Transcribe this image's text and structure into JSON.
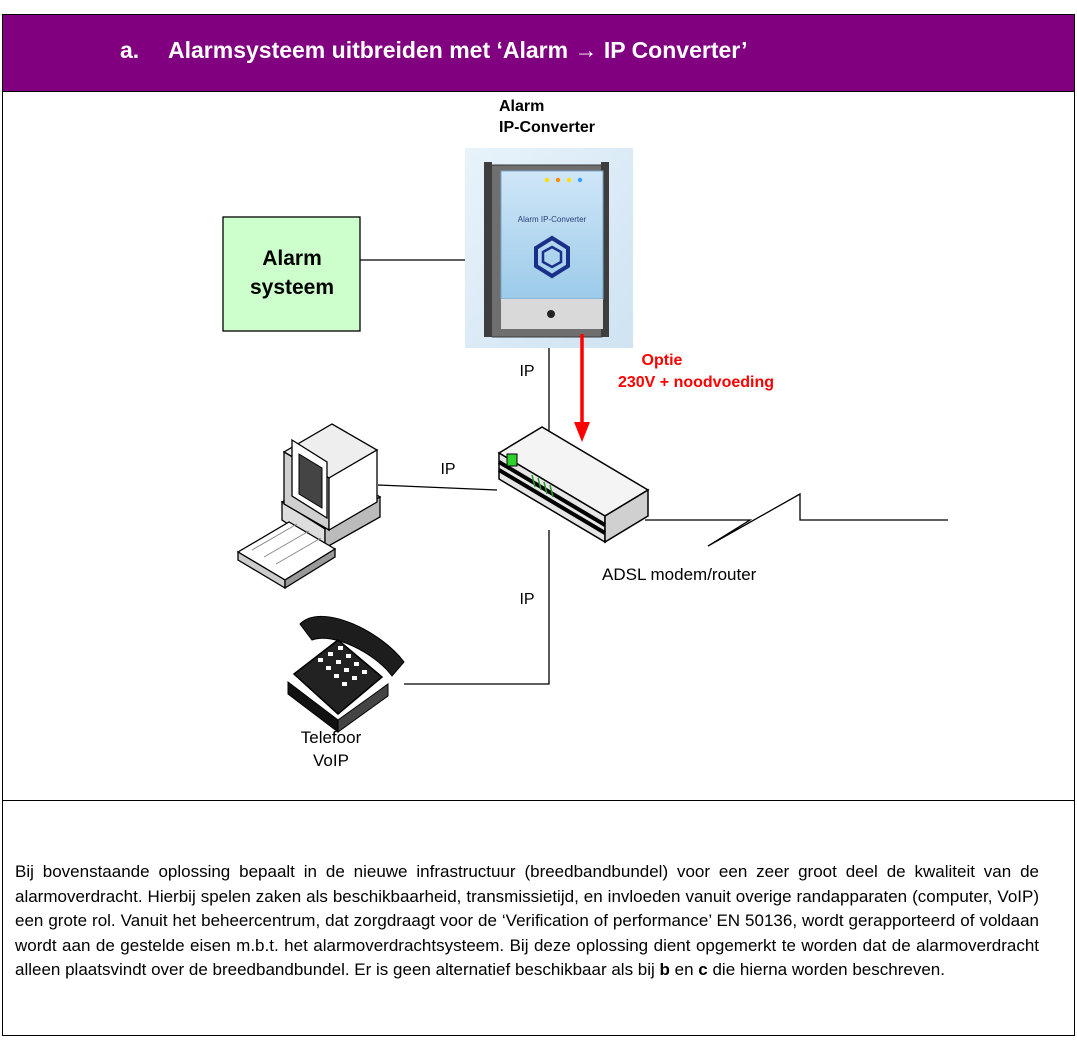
{
  "header": {
    "number": "a.",
    "title": "Alarmsysteem uitbreiden met  ‘Alarm → IP Converter’",
    "color": "#800080"
  },
  "diagram": {
    "converter_label_line1": "Alarm",
    "converter_label_line2": "IP-Converter",
    "converter_face_text": "Alarm IP-Converter",
    "alarm_box_line1": "Alarm",
    "alarm_box_line2": "systeem",
    "optie_line1": "Optie",
    "optie_line2": "230V + noodvoeding",
    "ip_label_converter": "IP",
    "ip_label_computer": "IP",
    "ip_label_phone": "IP",
    "modem_label": "ADSL modem/router",
    "phone_label_line1": "Telefoor",
    "phone_label_line2": "VoIP",
    "alarm_box_color": "#ccffcc",
    "arrow_color": "#ff0000"
  },
  "body": {
    "paragraph_part1": "Bij bovenstaande oplossing bepaalt in de nieuwe infrastructuur (breedbandbundel) voor een zeer groot deel de kwaliteit van de alarmoverdracht. Hierbij spelen zaken als beschikbaarheid, transmissietijd, en invloeden vanuit overige randapparaten (computer, VoIP) een grote rol. Vanuit het beheercentrum, dat zorgdraagt voor de ‘Verification of performance’ EN 50136, wordt gerapporteerd of voldaan wordt aan de gestelde eisen m.b.t. het alarmoverdrachtsysteem. Bij deze oplossing dient opgemerkt te worden dat de alarmoverdracht alleen plaatsvindt over de breedbandbundel. Er is geen alternatief beschikbaar als bij ",
    "bold_b": "b",
    "paragraph_part2": " en ",
    "bold_c": "c",
    "paragraph_part3": " die hierna worden beschreven."
  }
}
